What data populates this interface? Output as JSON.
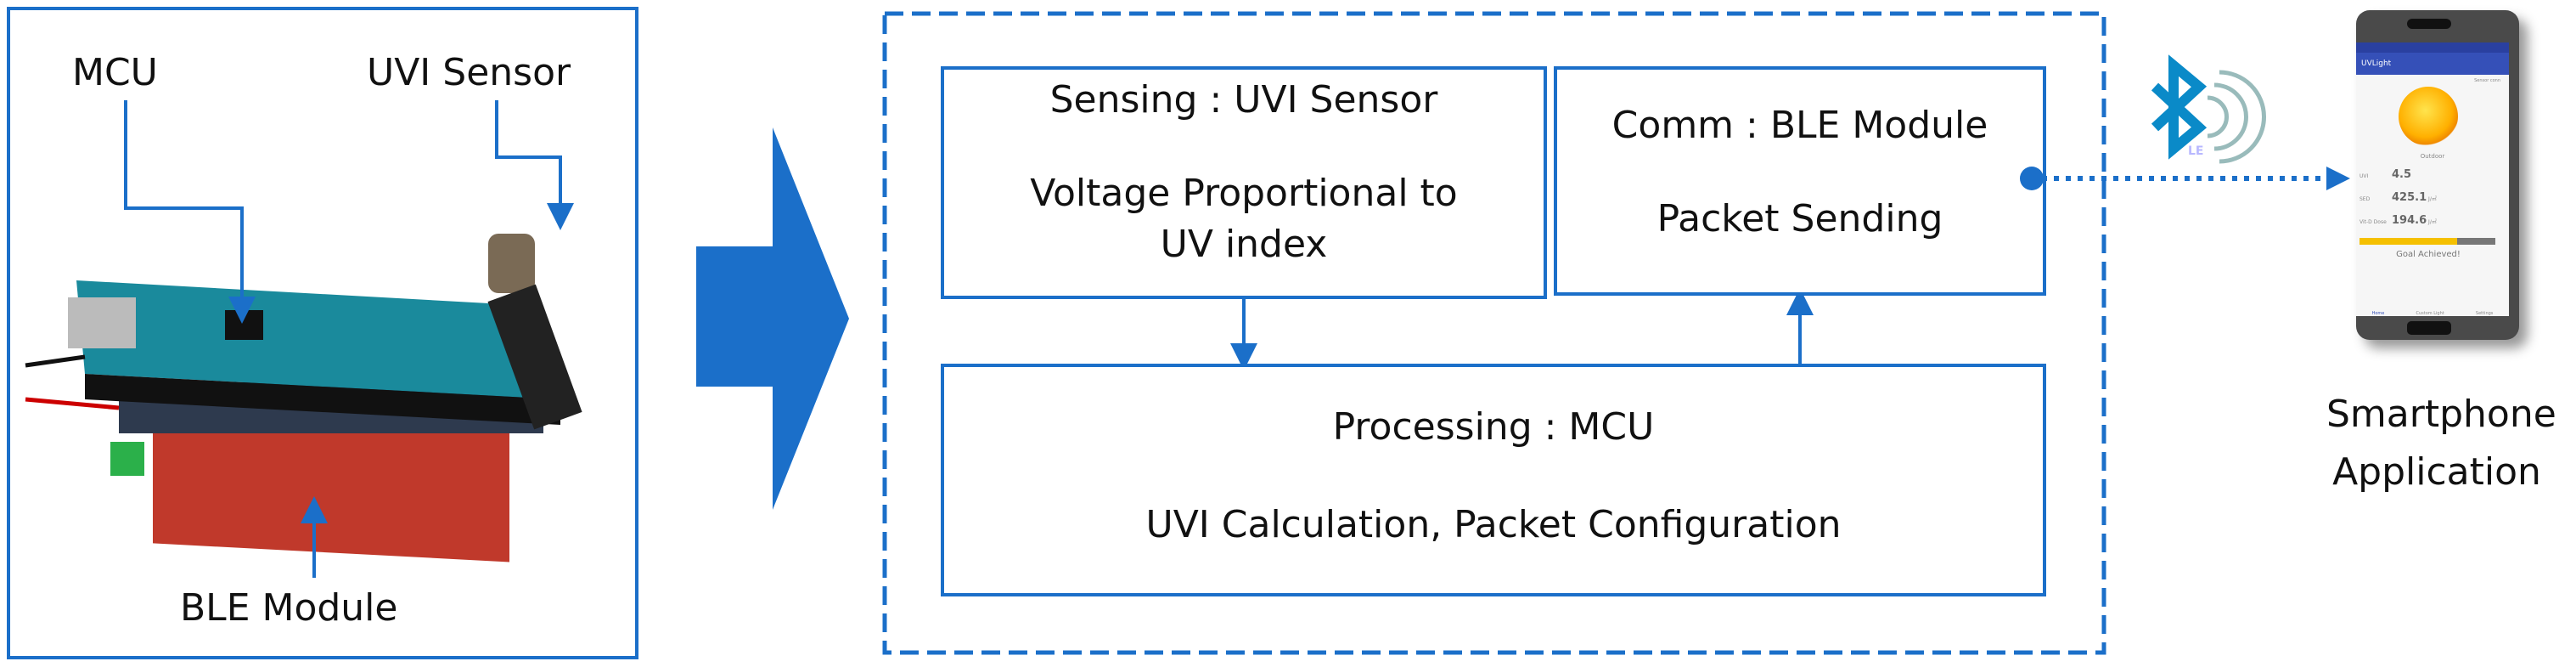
{
  "device": {
    "mcu_label": "MCU",
    "sensor_label": "UVI Sensor",
    "ble_label": "BLE Module"
  },
  "system": {
    "sensing": {
      "title": "Sensing : UVI Sensor",
      "desc_line1": "Voltage Proportional to",
      "desc_line2": "UV index"
    },
    "comm": {
      "title": "Comm : BLE Module",
      "desc": "Packet Sending"
    },
    "processing": {
      "title": "Processing : MCU",
      "desc": "UVI Calculation, Packet Configuration"
    }
  },
  "ble_icon": {
    "icon": "bluetooth-le-icon",
    "badge": "LE"
  },
  "phone": {
    "app_name": "UVLight",
    "status_text": "Sensor conn",
    "condition": "Outdoor",
    "rows": [
      {
        "label": "UVI",
        "value": "4.5",
        "unit": ""
      },
      {
        "label": "SED",
        "value": "425.1",
        "unit": "J/㎡"
      },
      {
        "label": "Vit-D Dose",
        "value": "194.6",
        "unit": "J/㎡"
      }
    ],
    "goal_progress": 0.72,
    "goal_text": "Goal Achieved!",
    "nav": [
      "Home",
      "Custom Light",
      "Settings"
    ]
  },
  "phone_caption": {
    "line1": "Smartphone",
    "line2": "Application"
  },
  "colors": {
    "accent": "#1b6fc9",
    "bluetooth": "#0a8ac8",
    "app_bar": "#3550b8",
    "progress": "#f5c000"
  }
}
